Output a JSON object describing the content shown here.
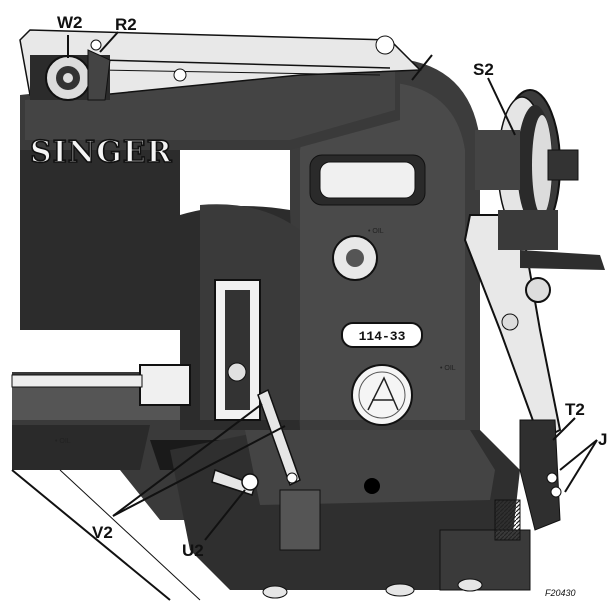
{
  "diagram": {
    "brand_text": "SINGER",
    "model_plate": "114-33",
    "figure_id": "F20430",
    "labels": {
      "w2": "W2",
      "r2": "R2",
      "s2": "S2",
      "t2": "T2",
      "j": "J",
      "v2": "V2",
      "u2": "U2"
    },
    "oil_mark": "• OIL"
  }
}
